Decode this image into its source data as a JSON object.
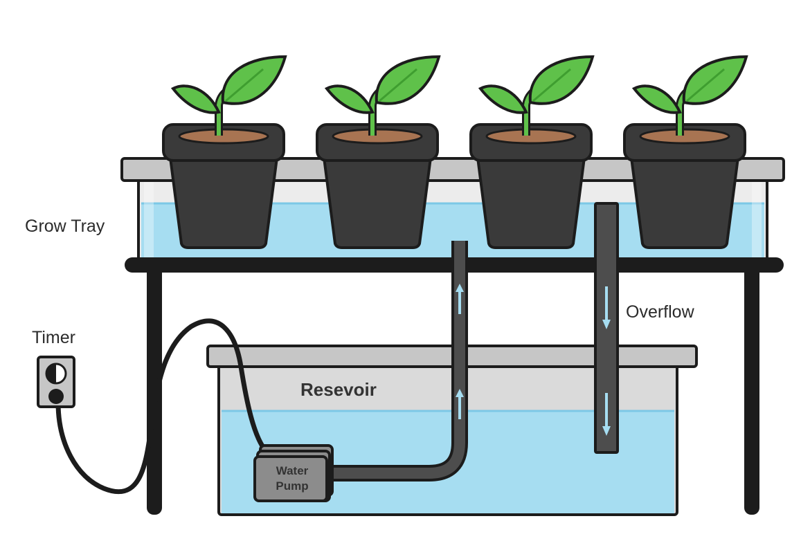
{
  "labels": {
    "grow_tray": "Grow Tray",
    "timer": "Timer",
    "overflow": "Overflow",
    "reservoir": "Resevoir",
    "pump_line1": "Water",
    "pump_line2": "Pump"
  },
  "plants": {
    "count": 4
  },
  "colors": {
    "water": "#a6ddf1",
    "water_light": "#cfeef9",
    "tray_rim": "#c6c6c6",
    "tray_glass": "#e6e6e6",
    "outline": "#1c1c1c",
    "pot": "#3a3a3a",
    "soil": "#a87452",
    "leaf": "#5fc14a",
    "leaf_dark": "#3f9e30",
    "pipe": "#4d4d4d",
    "pump": "#8c8c8c",
    "arrow": "#a6ddf1"
  }
}
